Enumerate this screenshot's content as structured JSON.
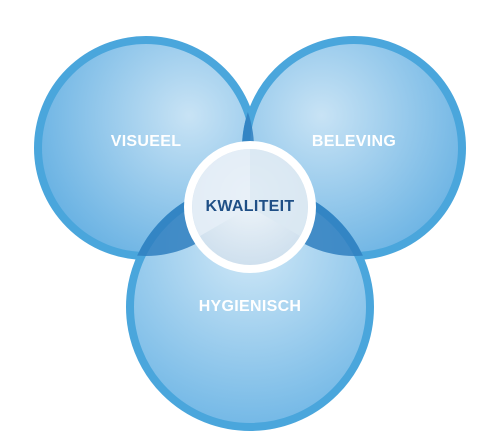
{
  "diagram": {
    "circles": [
      {
        "id": "visueel",
        "label": "VISUEEL"
      },
      {
        "id": "beleving",
        "label": "BELEVING"
      },
      {
        "id": "hygienisch",
        "label": "HYGIENISCH"
      }
    ],
    "center": {
      "label": "KWALITEIT"
    }
  },
  "colors": {
    "outer_ring": "#4aa6dc",
    "fill_light": "#b3d9f1",
    "fill_dark": "#7fbde6",
    "overlap": "#2f7fbf",
    "center_ring": "#ffffff",
    "center_fill": "#dce9f3",
    "center_text": "#1f4f86",
    "label_text": "#ffffff"
  }
}
